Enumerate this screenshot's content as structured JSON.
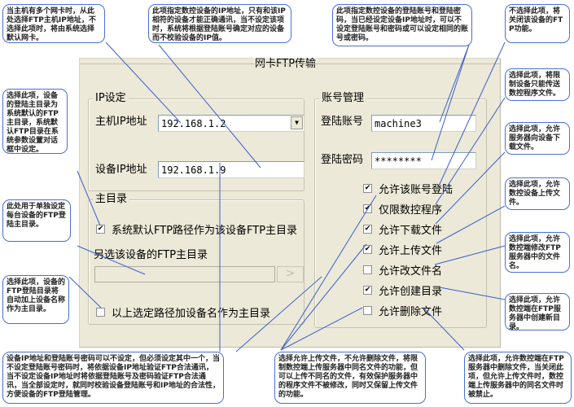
{
  "dialog": {
    "title": "网卡FTP传输",
    "ip_group": {
      "legend": "IP设定",
      "host_ip_label": "主机IP地址",
      "host_ip_value": "192.168.1.2",
      "device_ip_label": "设备IP地址",
      "device_ip_value": "192.168.1.9"
    },
    "home_group": {
      "legend": "主目录",
      "default_path_label": "系统默认FTP路径作为该设备FTP主目录",
      "default_path_checked": true,
      "alt_dir_label": "另选该设备的FTP主目录",
      "alt_dir_value": "",
      "browse_label": ">",
      "append_name_label": "以上选定路径加设备名作为主目录",
      "append_name_checked": false
    },
    "account_group": {
      "legend": "账号管理",
      "login_account_label": "登陆账号",
      "login_account_value": "machine3",
      "login_password_label": "登陆密码",
      "login_password_value": "********",
      "options": [
        {
          "label": "允许该账号登陆",
          "checked": true
        },
        {
          "label": "仅限数控程序",
          "checked": true
        },
        {
          "label": "允许下载文件",
          "checked": true
        },
        {
          "label": "允许上传文件",
          "checked": true
        },
        {
          "label": "允许改文件名",
          "checked": false
        },
        {
          "label": "允许创建目录",
          "checked": true
        },
        {
          "label": "允许删除文件",
          "checked": false
        }
      ]
    }
  },
  "annotations": {
    "host_ip": "当主机有多个网卡时，从此处选择FTP主机IP地址，不选择此项时，将由系统选择默认网卡。",
    "device_ip": "此项指定数控设备的IP地址，只有和该IP相符的设备才能正确通讯，当不设定该项时，系统将根据登陆账号确定对应的设备而不校验设备的IP值。",
    "account": "此项指定数控设备的登陆账号和登陆密码，当已经设定设备IP地址时，可以不设定登陆账号和密码或可以设定相同的账号或密码。",
    "allow_login": "不选择此项，将关闭该设备的FTP功能。",
    "nc_only": "选择此项，将限制设备只能传送数控程序文件。",
    "download": "选择此项，允许服务器向设备下载文件。",
    "upload": "选择此项，允许数控设备上传文件。",
    "rename": "选择此项，允许数控端修改FTP服务器中的文件名。",
    "mkdir": "选择此项，允许数控端在FTP服务器中创建新目录。",
    "delete": "选择此项，允许数控端在FTP服务器中删除文件，当关闭此项，但允许上传文件时，数控端上传服务器中的同名文件时被禁止。",
    "default_path": "选择此项，设备的登陆主目录为系统默认的FTP主目录，系统默认FTP目录在系统参数设置对话框中设定。",
    "alt_dir": "此处用于单独设定每台设备的FTP登陆主目录。",
    "append_name": "选择此项，设备的FTP登陆目录将自动加上设备名称作为主目录。",
    "ip_account_rule": "设备IP地址和登陆账号密码可以不设定，但必须设定其中一个，当不设定登陆账号密码时，将依据设备IP地址验证FTP合法通讯，当不设定设备IP地址时将依据登陆账号及密码验证FTP合法通讯，当全部设定时，就同时校验设备登陆账号和IP地址的合法性，方便设备的FTP登陆管理。",
    "upload_no_delete": "选择允许上传文件，不允许删除文件，将限制数控端上传服务器中同名文件的功能，但可以上传不同名的文件，有效保护服务器中的程序文件不被修改，同时又保留上传文件的功能。"
  },
  "colors": {
    "panel_bg": "#ece9d8",
    "annotation_border": "#4a6fd6",
    "leader_line": "#3a5fcd"
  }
}
